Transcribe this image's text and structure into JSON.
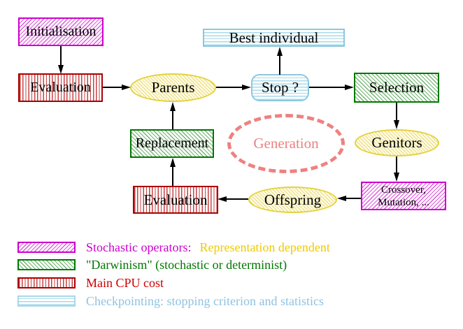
{
  "nodes": {
    "initialisation": "Initialisation",
    "evaluation_top": "Evaluation",
    "parents": "Parents",
    "best_individual": "Best individual",
    "stop": "Stop ?",
    "selection": "Selection",
    "genitors": "Genitors",
    "crossover_line1": "Crossover,",
    "crossover_line2": "Mutation, ...",
    "offspring": "Offspring",
    "evaluation_bottom": "Evaluation",
    "replacement": "Replacement",
    "generation": "Generation"
  },
  "legend": {
    "items": [
      {
        "swatch": "magenta-diagonal-hatch",
        "label": "Stochastic operators:",
        "label2": "Representation dependent"
      },
      {
        "swatch": "green-diagonal-hatch",
        "label": "\"Darwinism\" (stochastic or determinist)"
      },
      {
        "swatch": "red-vertical-stripes",
        "label": "Main CPU cost"
      },
      {
        "swatch": "cyan-horizontal-stripes",
        "label": "Checkpointing: stopping criterion and statistics"
      }
    ]
  },
  "colors": {
    "magenta": "#cc00cc",
    "green": "#007700",
    "red": "#cc0000",
    "red_border": "#aa0000",
    "cyan_border": "#8cc8dc",
    "cyan_text": "#8fc3e0",
    "yellow_border": "#e4d23c",
    "gold_text": "#edcb00",
    "salmon": "#ee8181",
    "arrow": "#000000"
  }
}
